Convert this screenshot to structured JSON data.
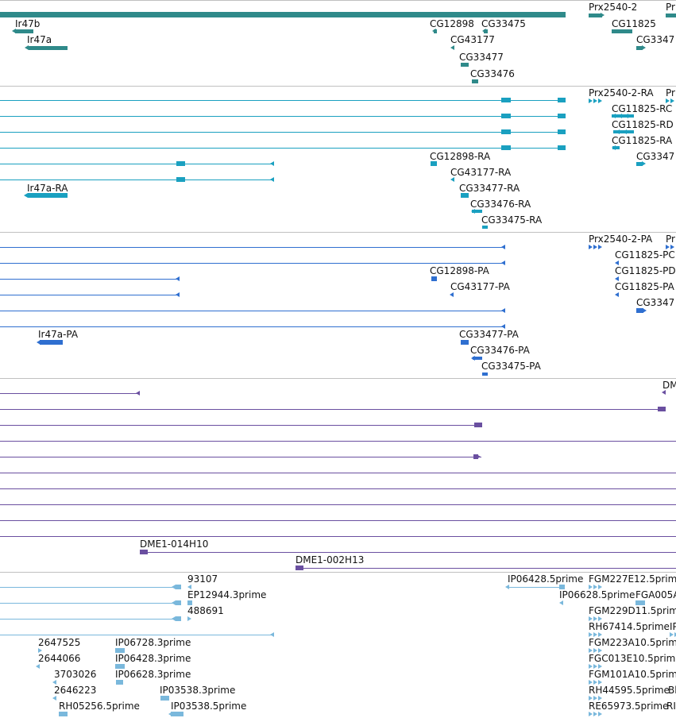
{
  "colors": {
    "gene": "#2f8a8a",
    "transcript": "#1aa0c0",
    "protein": "#2f6fd0",
    "alignment": "#6a4fa0",
    "est": "#7ab8dc",
    "divider": "#c0c0c0"
  },
  "tracks": {
    "genes": {
      "labels": [
        "Ir47b",
        "Ir47a",
        "CG12898",
        "CG33475",
        "CG43177",
        "CG33477",
        "CG33476",
        "Prx2540-2",
        "CG11825",
        "CG3347",
        "Pr"
      ]
    },
    "transcripts": {
      "labels": [
        "Prx2540-2-RA",
        "Pr",
        "CG11825-RC",
        "CG11825-RD",
        "CG11825-RA",
        "CG3347",
        "CG12898-RA",
        "CG43177-RA",
        "Ir47a-RA",
        "CG33477-RA",
        "CG33476-RA",
        "CG33475-RA"
      ]
    },
    "proteins": {
      "labels": [
        "Prx2540-2-PA",
        "Pr",
        "CG11825-PC",
        "CG11825-PD",
        "CG11825-PA",
        "CG3347",
        "CG12898-PA",
        "CG43177-PA",
        "Ir47a-PA",
        "CG33477-PA",
        "CG33476-PA",
        "CG33475-PA"
      ]
    },
    "alignments": {
      "labels": [
        "DME",
        "DME1-014H10",
        "DME1-002H13"
      ]
    },
    "ests": {
      "labels": [
        "93107",
        "EP12944.3prime",
        "488691",
        "IP06428.5prime",
        "FGM227E12.5prim",
        "IP06628.5prime",
        "FGA005A",
        "FGM229D11.5prim",
        "RH67414.5prime",
        "IP",
        "2647525",
        "IP06728.3prime",
        "FGM223A10.5prim",
        "2644066",
        "IP06428.3prime",
        "FGC013E10.5prim",
        "3703026",
        "IP06628.3prime",
        "FGM101A10.5prim",
        "2646223",
        "IP03538.3prime",
        "RH44595.5prime",
        "Bl",
        "RH05256.5prime",
        "IP03538.5prime",
        "RE65973.5prime",
        "RI"
      ]
    }
  }
}
